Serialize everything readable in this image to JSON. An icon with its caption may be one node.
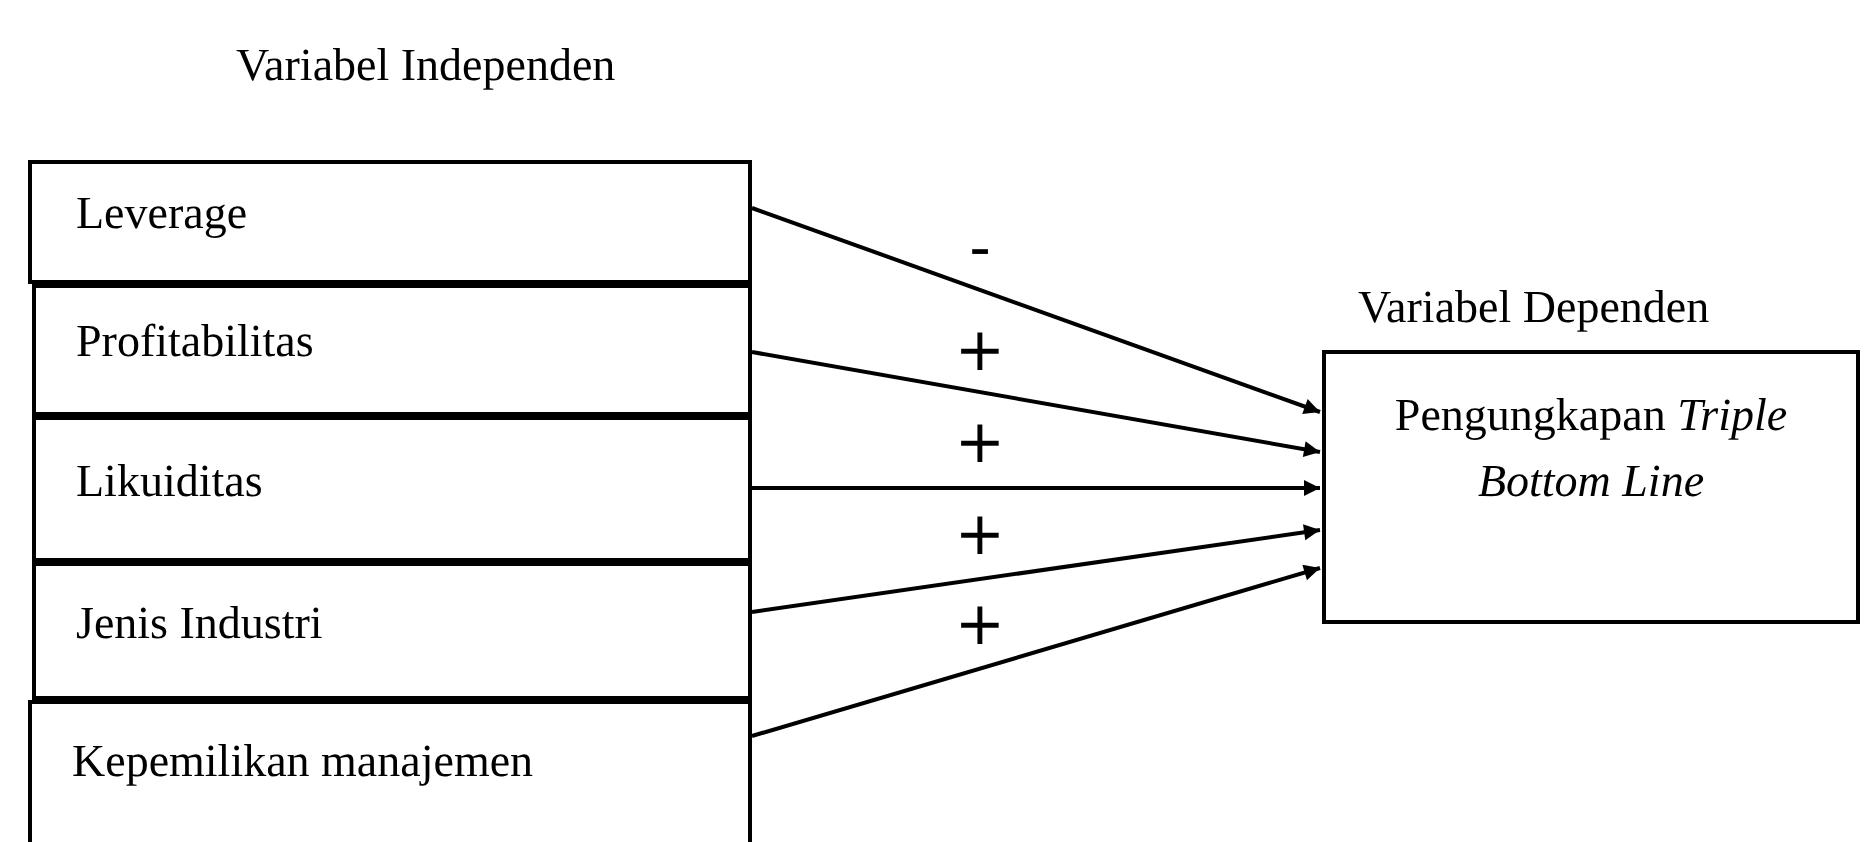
{
  "diagram": {
    "nodes": [
      {
        "text": [
          "Leverage"
        ]
      },
      {
        "text": [
          "Profitabilitas"
        ]
      },
      {
        "text": [
          "Likuiditas"
        ]
      },
      {
        "text": [
          "Jenis Industri"
        ]
      },
      {
        "text": [
          "Kepemilikan manajemen"
        ]
      },
      {
        "text": [
          "Variabel Dependen",
          "Pengungkapan *Triple Bottom Line*"
        ]
      }
    ],
    "edges": [
      {
        "from": 0,
        "to": 5,
        "arrow": "to",
        "label": "-"
      },
      {
        "from": 1,
        "to": 5,
        "arrow": "to",
        "label": "+"
      },
      {
        "from": 2,
        "to": 5,
        "arrow": "to",
        "label": "+"
      },
      {
        "from": 3,
        "to": 5,
        "arrow": "to",
        "label": "+"
      },
      {
        "from": 4,
        "to": 5,
        "arrow": "to",
        "label": "+"
      }
    ],
    "labels": [
      "Variabel Independen"
    ]
  }
}
